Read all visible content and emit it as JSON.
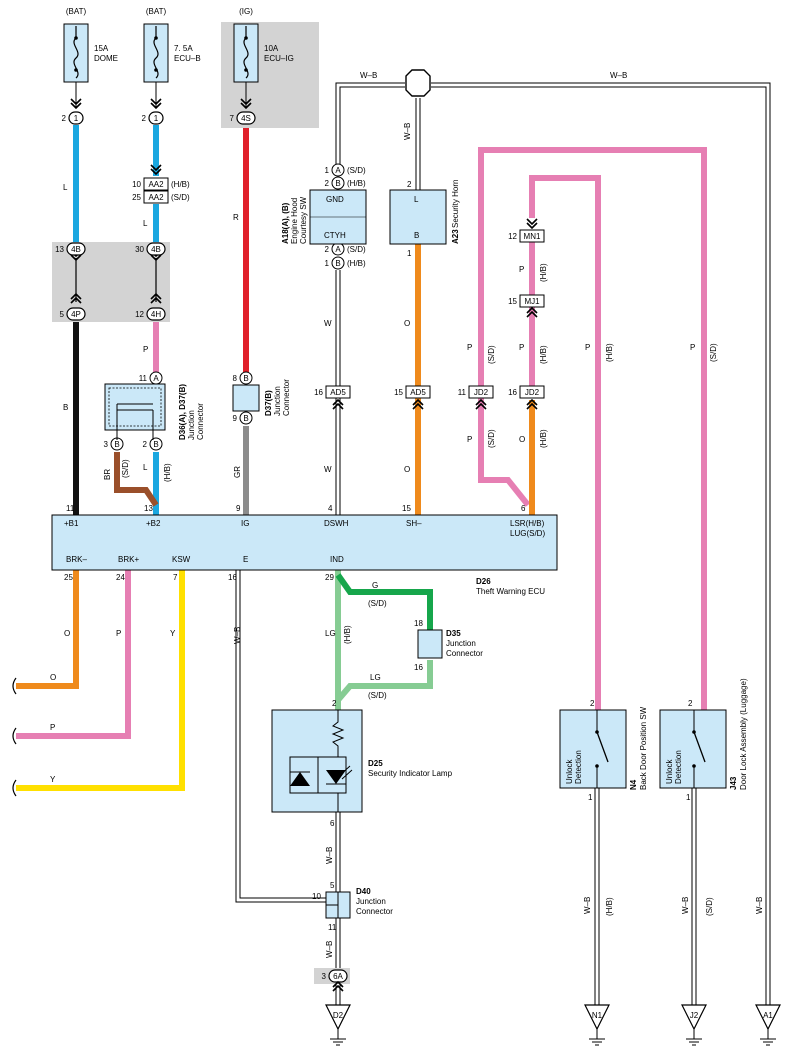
{
  "fuses": [
    {
      "source": "(BAT)",
      "rating": "15A",
      "name": "DOME"
    },
    {
      "source": "(BAT)",
      "rating": "7. 5A",
      "name": "ECU–B"
    },
    {
      "source": "(IG)",
      "rating": "10A",
      "name": "ECU–IG"
    }
  ],
  "splice": {
    "left_label": "W–B",
    "right_label": "W–B"
  },
  "connector_rows": {
    "top_pins": [
      {
        "pin": "2",
        "conn": "1"
      },
      {
        "pin": "2",
        "conn": "1"
      },
      {
        "pin": "7",
        "conn": "4S"
      }
    ],
    "aa2": [
      {
        "pin": "10",
        "conn": "AA2",
        "variant": "(H/B)"
      },
      {
        "pin": "25",
        "conn": "AA2",
        "variant": "(S/D)"
      }
    ],
    "j4b": [
      {
        "pin": "13",
        "conn": "4B"
      },
      {
        "pin": "30",
        "conn": "4B"
      }
    ],
    "j4p4h": [
      {
        "pin": "5",
        "conn": "4P"
      },
      {
        "pin": "12",
        "conn": "4H"
      }
    ]
  },
  "wire_colors": {
    "L1": "L",
    "L2": "L",
    "R": "R",
    "B": "B",
    "P1": "P",
    "L3": "L",
    "HB": "(H/B)",
    "BR": "BR",
    "SD": "(S/D)",
    "GR": "GR",
    "W1": "W",
    "W2": "W",
    "O1": "O",
    "O2": "O",
    "WB": "W–B",
    "P_jd_up": "P",
    "SD_jd_up": "(S/D)",
    "P_mj_up": "P",
    "HB_mj_up": "(H/B)",
    "P_mn": "P",
    "HB_mn": "(H/B)",
    "P_jd_dn": "P",
    "SD_jd_dn": "(S/D)",
    "O_jd_dn": "O",
    "HB_jd_dn": "(H/B)",
    "P_n4": "P",
    "HB_n4": "(H/B)",
    "P_j43": "P",
    "SD_j43": "(S/D)",
    "O_out": "O",
    "P_out": "P",
    "Y_out": "Y",
    "Y": "Y",
    "O_brk": "O",
    "P_brk": "P",
    "WB_e": "W–B",
    "LG": "LG",
    "HB_lg": "(H/B)",
    "G": "G",
    "SD_g": "(S/D)",
    "LG2": "LG",
    "SD_lg2": "(S/D)",
    "WB_d25": "W–B",
    "WB_d40": "W–B",
    "WB_n1": "W–B",
    "HB_n1": "(H/B)",
    "WB_j2": "W–B",
    "SD_j2": "(S/D)",
    "WB_a1": "W–B"
  },
  "components": {
    "hood_sw": {
      "id": "A18(A), (B)",
      "name1": "Engine Hood",
      "name2": "Courtesy SW",
      "term_top": "GND",
      "term_bot": "CTYH",
      "pins": [
        {
          "pin": "1",
          "conn": "A",
          "variant": "(S/D)"
        },
        {
          "pin": "2",
          "conn": "B",
          "variant": "(H/B)"
        },
        {
          "pin": "2",
          "conn": "A",
          "variant": "(S/D)"
        },
        {
          "pin": "1",
          "conn": "B",
          "variant": "(H/B)"
        }
      ]
    },
    "horn": {
      "id": "A23",
      "name": "Security Horn",
      "term_top": "L",
      "term_bot": "B",
      "pin_top": "2",
      "pin_bot": "1"
    },
    "d36": {
      "id": "D36(A), D37(B)",
      "name1": "Junction",
      "name2": "Connector",
      "pin_top": "11",
      "conn_top": "A",
      "pin_bl": "3",
      "conn_bl": "B",
      "pin_br": "2",
      "conn_br": "B"
    },
    "d37": {
      "id": "D37(B)",
      "name1": "Junction",
      "name2": "Connector",
      "pin_top": "8",
      "conn_top": "B",
      "pin_bot": "9",
      "conn_bot": "B"
    },
    "ad5": [
      {
        "pin": "16",
        "conn": "AD5"
      },
      {
        "pin": "15",
        "conn": "AD5"
      }
    ],
    "jd2": [
      {
        "pin": "11",
        "conn": "JD2"
      },
      {
        "pin": "16",
        "conn": "JD2"
      }
    ],
    "mn1": {
      "pin": "12",
      "conn": "MN1"
    },
    "mj1": {
      "pin": "15",
      "conn": "MJ1"
    },
    "ecu": {
      "id": "D26",
      "name": "Theft Warning ECU",
      "top_terms": [
        "+B1",
        "+B2",
        "IG",
        "DSWH",
        "SH–",
        "LSR(H/B)",
        "LUG(S/D)"
      ],
      "top_pins": [
        "11",
        "13",
        "9",
        "4",
        "15",
        "6"
      ],
      "bot_terms": [
        "BRK–",
        "BRK+",
        "KSW",
        "E",
        "IND"
      ],
      "bot_pins": [
        "25",
        "24",
        "7",
        "16",
        "29"
      ]
    },
    "d35": {
      "id": "D35",
      "name1": "Junction",
      "name2": "Connector",
      "pin_top": "18",
      "pin_bot": "16"
    },
    "d25": {
      "id": "D25",
      "name": "Security Indicator Lamp",
      "pin_top": "2",
      "pin_bot": "6"
    },
    "d40": {
      "id": "D40",
      "name1": "Junction",
      "name2": "Connector",
      "pin_top": "5",
      "pin_left": "10",
      "pin_bot": "11"
    },
    "j6a": {
      "pin": "3",
      "conn": "6A"
    },
    "n4": {
      "id": "N4",
      "name": "Back Door Position SW",
      "label1": "Unlock",
      "label2": "Detection",
      "pin_top": "2",
      "pin_bot": "1"
    },
    "j43": {
      "id": "J43",
      "name": "Door Lock Assembly (Luggage)",
      "label1": "Unlock",
      "label2": "Detection",
      "pin_top": "2",
      "pin_bot": "1"
    }
  },
  "grounds": [
    "D2",
    "N1",
    "J2",
    "A1"
  ],
  "colors": {
    "L": "#1aa7e0",
    "R": "#e0202a",
    "B": "#111111",
    "P": "#e67fb3",
    "BR": "#9a4f2a",
    "GR": "#8c8c8c",
    "O": "#ef8a1c",
    "Y": "#ffe000",
    "LG": "#86cc93",
    "G": "#16a64b",
    "component_fill": "#cbe8f8",
    "shade": "#d3d3d3"
  }
}
